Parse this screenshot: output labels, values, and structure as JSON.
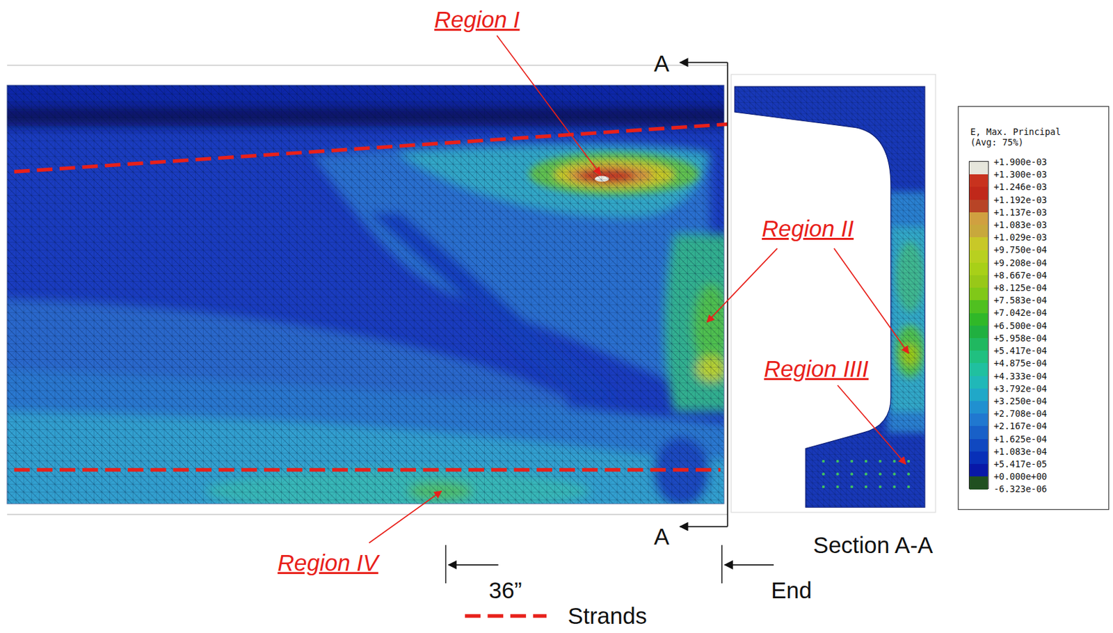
{
  "diagram": {
    "labels": [
      "Region I",
      "Region II",
      "Region IIII",
      "Region IV",
      "A",
      "A",
      "Section A-A",
      "36”",
      "End",
      "E, Max. Principal",
      "(Avg: 75%)",
      "-6.323e-06"
    ],
    "legend": [
      {
        "text": "+1.900e-03",
        "color": "#e6e6dc"
      },
      {
        "text": "+1.300e-03",
        "color": "#c8321e"
      },
      {
        "text": "+1.246e-03",
        "color": "#c0281a"
      },
      {
        "text": "+1.192e-03",
        "color": "#b84426"
      },
      {
        "text": "+1.137e-03",
        "color": "#d0a040"
      },
      {
        "text": "+1.083e-03",
        "color": "#c8a83c"
      },
      {
        "text": "+1.029e-03",
        "color": "#c8c828"
      },
      {
        "text": "+9.750e-04",
        "color": "#b8d020"
      },
      {
        "text": "+9.208e-04",
        "color": "#a8d018"
      },
      {
        "text": "+8.667e-04",
        "color": "#98c818"
      },
      {
        "text": "+8.125e-04",
        "color": "#80c818"
      },
      {
        "text": "+7.583e-04",
        "color": "#50c020"
      },
      {
        "text": "+7.042e-04",
        "color": "#30b828"
      },
      {
        "text": "+6.500e-04",
        "color": "#20b040"
      },
      {
        "text": "+5.958e-04",
        "color": "#20b860"
      },
      {
        "text": "+5.417e-04",
        "color": "#20c080"
      },
      {
        "text": "+4.875e-04",
        "color": "#20c0a0"
      },
      {
        "text": "+4.333e-04",
        "color": "#20b8b8"
      },
      {
        "text": "+3.792e-04",
        "color": "#20a8c8"
      },
      {
        "text": "+3.250e-04",
        "color": "#2090d0"
      },
      {
        "text": "+2.708e-04",
        "color": "#2078d0"
      },
      {
        "text": "+2.167e-04",
        "color": "#1860c8"
      },
      {
        "text": "+1.625e-04",
        "color": "#1048c0"
      },
      {
        "text": "+1.083e-04",
        "color": "#0830b8"
      },
      {
        "text": "+5.417e-05",
        "color": "#0818a8"
      },
      {
        "text": "+0.000e+00",
        "color": "#205020"
      },
      {
        "text": "Strands"
      }
    ]
  }
}
